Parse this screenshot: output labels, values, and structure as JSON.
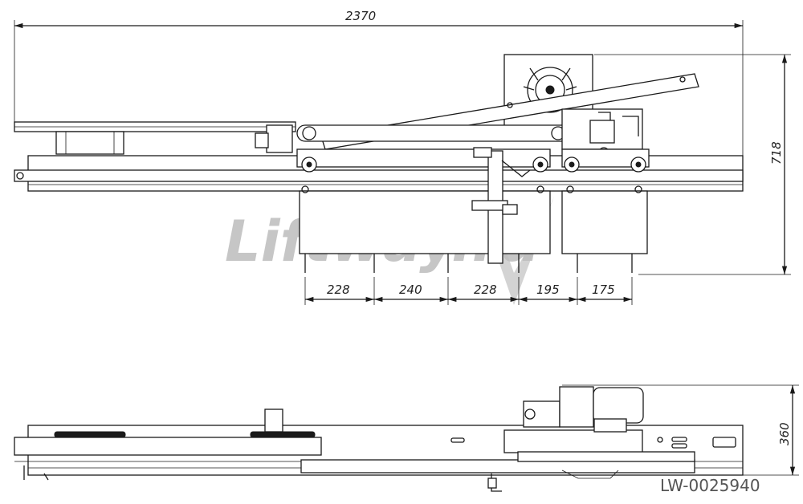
{
  "dimensions": {
    "overall_width": "2370",
    "height_top": "718",
    "height_bottom": "360",
    "spacing": [
      "228",
      "240",
      "228",
      "195",
      "175"
    ]
  },
  "watermark": "Liftway.ru",
  "code": "LW-0025940",
  "colors": {
    "line": "#1a1a1a",
    "watermark": "#bdbdbd",
    "code": "#555555"
  }
}
